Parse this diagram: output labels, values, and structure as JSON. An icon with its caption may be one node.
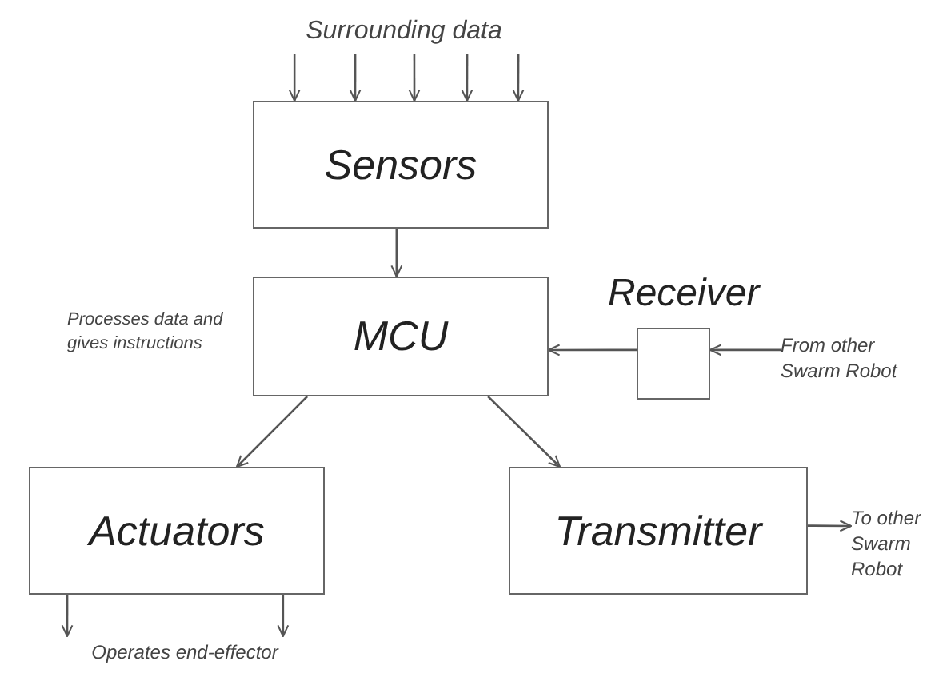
{
  "diagram": {
    "nodes": [
      {
        "text": [
          "Surrounding data"
        ]
      },
      {
        "text": [
          "Sensors"
        ]
      },
      {
        "text": [
          "MCU"
        ],
        "beside": [
          "Processes data and gives instructions"
        ]
      },
      {
        "text": [],
        "shape": "box",
        "beside": [
          "Receiver"
        ]
      },
      {
        "text": [
          "From other Swarm Robot"
        ]
      },
      {
        "text": [
          "Actuators"
        ]
      },
      {
        "text": [
          "Transmitter"
        ]
      },
      {
        "text": [
          "To other Swarm Robot"
        ]
      },
      {
        "text": [
          "Operates end-effector"
        ]
      }
    ],
    "edges": [
      {
        "from": 0,
        "to": 1,
        "arrow": "to"
      },
      {
        "from": 0,
        "to": 1,
        "arrow": "to"
      },
      {
        "from": 0,
        "to": 1,
        "arrow": "to"
      },
      {
        "from": 0,
        "to": 1,
        "arrow": "to"
      },
      {
        "from": 0,
        "to": 1,
        "arrow": "to"
      },
      {
        "from": 1,
        "to": 2,
        "arrow": "to"
      },
      {
        "from": 3,
        "to": 2,
        "arrow": "to"
      },
      {
        "from": 4,
        "to": 3,
        "arrow": "to"
      },
      {
        "from": 2,
        "to": 5,
        "arrow": "to"
      },
      {
        "from": 2,
        "to": 6,
        "arrow": "to"
      },
      {
        "from": 6,
        "to": 7,
        "arrow": "to"
      },
      {
        "from": 5,
        "to": 8,
        "arrow": "to"
      },
      {
        "from": 5,
        "to": 8,
        "arrow": "to"
      }
    ]
  }
}
